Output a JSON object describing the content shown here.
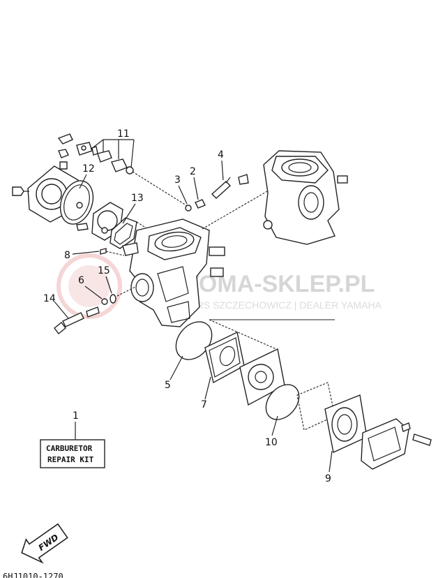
{
  "callouts": [
    {
      "id": "1",
      "label": "1"
    },
    {
      "id": "2",
      "label": "2"
    },
    {
      "id": "3",
      "label": "3"
    },
    {
      "id": "4",
      "label": "4"
    },
    {
      "id": "5",
      "label": "5"
    },
    {
      "id": "6",
      "label": "6"
    },
    {
      "id": "7",
      "label": "7"
    },
    {
      "id": "8",
      "label": "8"
    },
    {
      "id": "9",
      "label": "9"
    },
    {
      "id": "10",
      "label": "10"
    },
    {
      "id": "11",
      "label": "11"
    },
    {
      "id": "12",
      "label": "12"
    },
    {
      "id": "13",
      "label": "13"
    },
    {
      "id": "14",
      "label": "14"
    },
    {
      "id": "15",
      "label": "15"
    }
  ],
  "kit_box": {
    "line1": "CARBURETOR",
    "line2": "REPAIR KIT"
  },
  "fwd_label": "FWD",
  "diagram_code": "6HJ1010-1270",
  "watermark": {
    "site": "MOTOMA-SKLEP.PL",
    "dealer": "MOTORS SZCZECHOWICZ | DEALER YAMAHA"
  }
}
